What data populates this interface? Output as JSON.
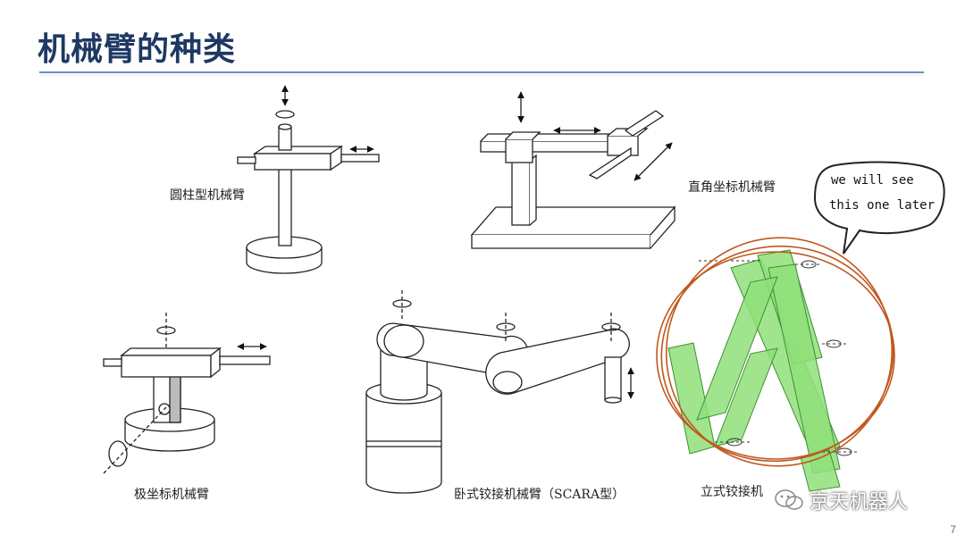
{
  "slide": {
    "title": "机械臂的种类",
    "page_number": "7"
  },
  "figures": {
    "cylindrical": {
      "label": "圆柱型机械臂"
    },
    "cartesian": {
      "label": "直角坐标机械臂"
    },
    "polar": {
      "label": "极坐标机械臂"
    },
    "scara": {
      "label": "卧式铰接机械臂（SCARA型）"
    },
    "vertical": {
      "label": "立式铰接机"
    }
  },
  "annotation": {
    "bubble_line1": "we will see",
    "bubble_line2": "this one later"
  },
  "watermark": {
    "text": "京天机器人"
  },
  "colors": {
    "title": "#1f3864",
    "highlight_fill": "#8fe07a",
    "circle_stroke": "#c0581e"
  }
}
